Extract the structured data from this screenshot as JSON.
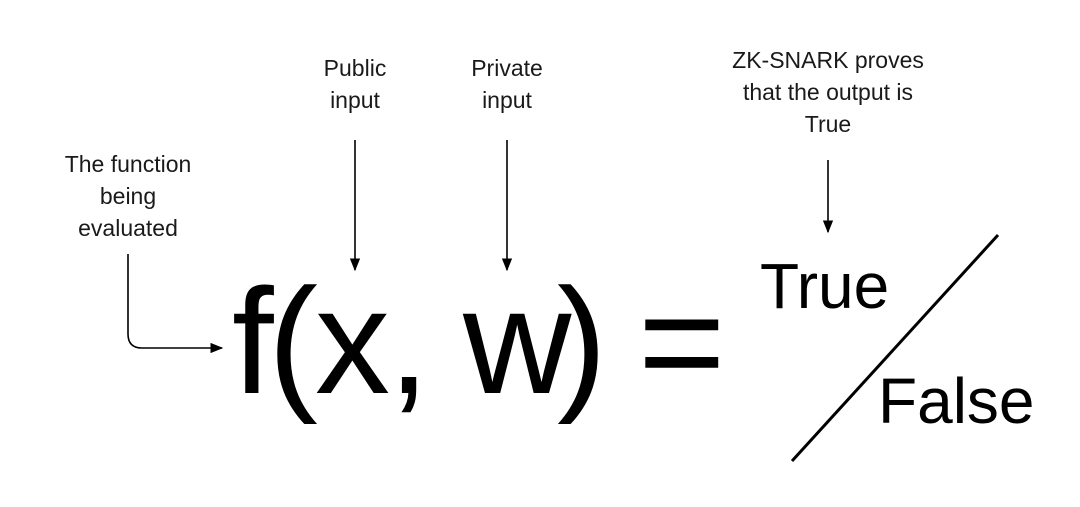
{
  "annotations": {
    "function": [
      "The function",
      "being",
      "evaluated"
    ],
    "public_input": [
      "Public",
      "input"
    ],
    "private_input": [
      "Private",
      "input"
    ],
    "proof": [
      "ZK-SNARK proves",
      "that the output is",
      "True"
    ]
  },
  "equation": {
    "function_name": "f",
    "open_paren": "(",
    "public_var": "x",
    "separator": ",",
    "private_var": "w",
    "close_paren": ")",
    "equals": "="
  },
  "outcomes": {
    "true_label": "True",
    "false_label": "False"
  }
}
